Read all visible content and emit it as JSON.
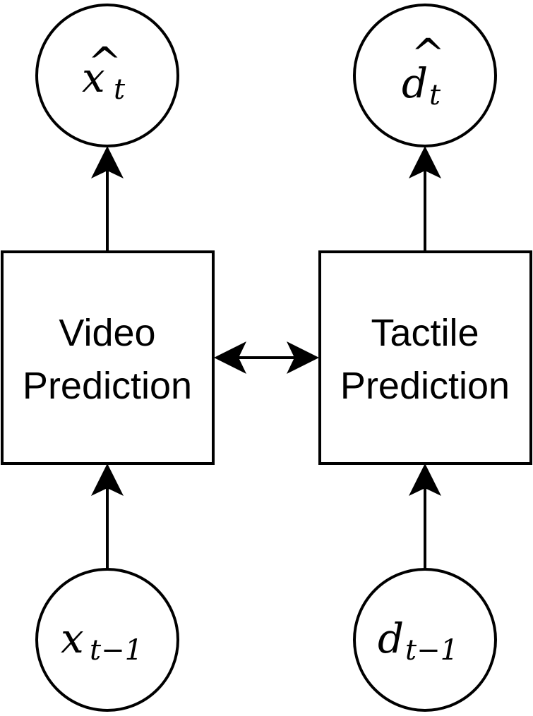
{
  "diagram": {
    "stroke_color": "#000000",
    "background": "#ffffff",
    "blocks": {
      "video": {
        "line1": "Video",
        "line2": "Prediction"
      },
      "tactile": {
        "line1": "Tactile",
        "line2": "Prediction"
      }
    },
    "nodes": {
      "video_output": {
        "symbol": "x",
        "hat": "^",
        "subscript": "t"
      },
      "tactile_output": {
        "symbol": "d",
        "hat": "^",
        "subscript": "t"
      },
      "video_input": {
        "symbol": "x",
        "subscript": "t−1"
      },
      "tactile_input": {
        "symbol": "d",
        "subscript": "t−1"
      }
    },
    "connections": [
      {
        "from": "video_input",
        "to": "video",
        "direction": "forward"
      },
      {
        "from": "video",
        "to": "video_output",
        "direction": "forward"
      },
      {
        "from": "tactile_input",
        "to": "tactile",
        "direction": "forward"
      },
      {
        "from": "tactile",
        "to": "tactile_output",
        "direction": "forward"
      },
      {
        "from": "video",
        "to": "tactile",
        "direction": "bidirectional"
      }
    ]
  }
}
